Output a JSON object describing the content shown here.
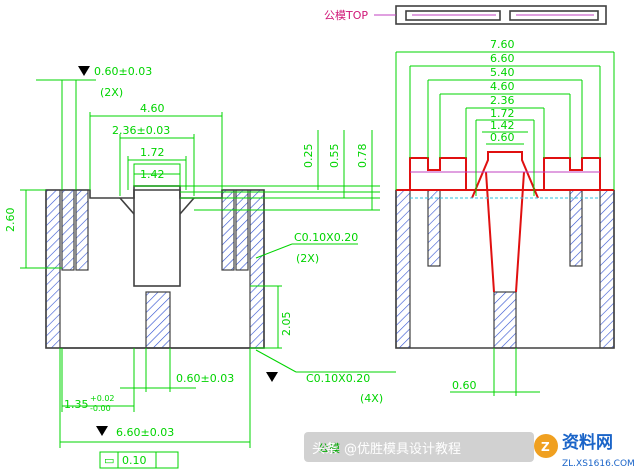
{
  "dimensions": {
    "d060_top": "0.60±0.03",
    "d2x_top": "(2X)",
    "d460": "4.60",
    "d236": "2.36±0.03",
    "d172": "1.72",
    "d142": "1.42",
    "d260": "2.60",
    "d025": "0.25",
    "d055": "0.55",
    "d078": "0.78",
    "chamfer1": "C0.10X0.20",
    "chamfer1_count": "(2X)",
    "d205": "2.05",
    "d060_bottom": "0.60±0.03",
    "chamfer2": "C0.10X0.20",
    "chamfer2_count": "(4X)",
    "d135": "1.35",
    "d135_tol_upper": "+0.02",
    "d135_tol_lower": "-0.00",
    "d660": "6.60±0.03",
    "flatness": "0.10",
    "right_760": "7.60",
    "right_660": "6.60",
    "right_540": "5.40",
    "right_460": "4.60",
    "right_236": "2.36",
    "right_172": "1.72",
    "right_142": "1.42",
    "right_060": "0.60",
    "right_bottom_060": "0.60"
  },
  "labels": {
    "top_caption": "公模TOP",
    "bottom_left_fragment": "公模"
  },
  "watermark": {
    "toutiao": "头条",
    "handle": "@优胜模具设计教程",
    "site_name": "资料网",
    "site_url": "ZL.XS1616.COM"
  },
  "colors": {
    "dimension": "#00d400",
    "outline": "#404040",
    "hatch": "#3050d0",
    "highlight": "#e01010",
    "label": "#d01878"
  }
}
